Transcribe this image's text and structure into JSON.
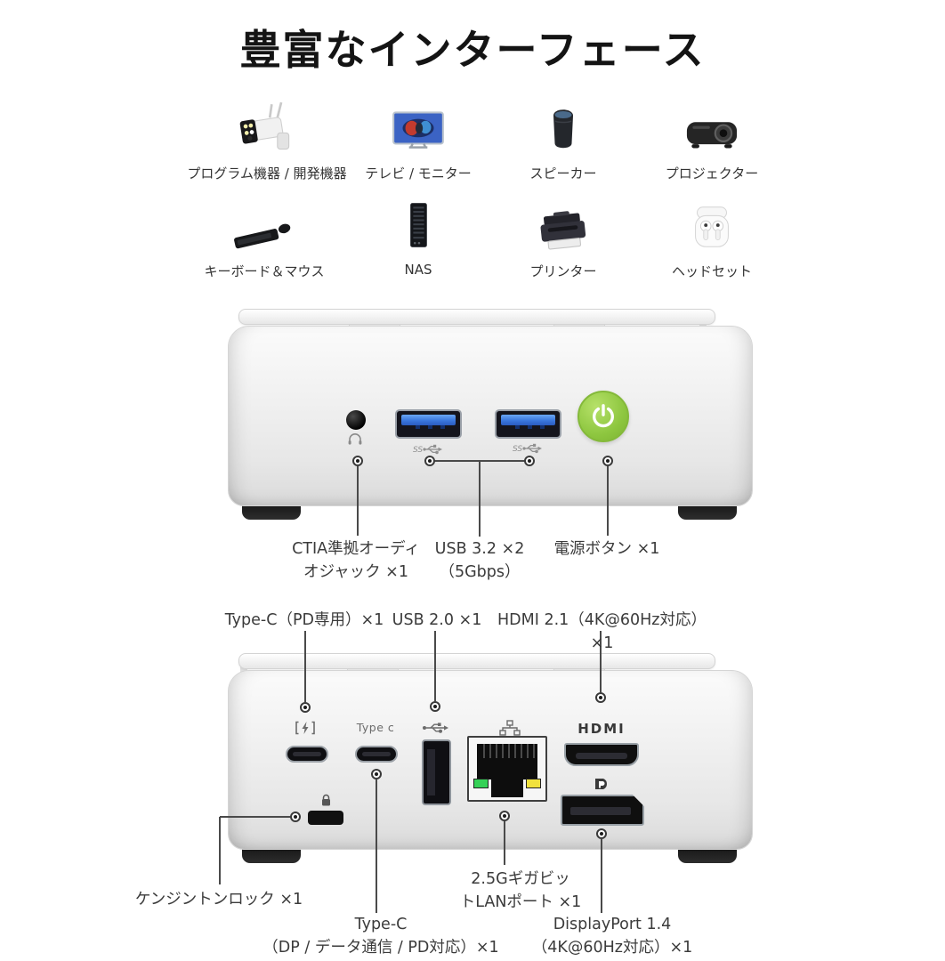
{
  "title": "豊富なインターフェース",
  "device_rows": [
    {
      "items": [
        {
          "icon": "security-camera-icon",
          "label": "プログラム機器 / 開発機器"
        },
        {
          "icon": "tv-monitor-icon",
          "label": "テレビ / モニター"
        },
        {
          "icon": "smart-speaker-icon",
          "label": "スピーカー"
        },
        {
          "icon": "projector-icon",
          "label": "プロジェクター"
        }
      ]
    },
    {
      "items": [
        {
          "icon": "keyboard-mouse-icon",
          "label": "キーボード＆マウス"
        },
        {
          "icon": "nas-server-icon",
          "label": "NAS"
        },
        {
          "icon": "printer-icon",
          "label": "プリンター"
        },
        {
          "icon": "earbuds-headset-icon",
          "label": "ヘッドセット"
        }
      ]
    }
  ],
  "front_view": {
    "ss_label": "SS",
    "callouts": [
      {
        "line1": "CTIA準拠オーディ",
        "line2": "オジャック ×1"
      },
      {
        "line1": "USB 3.2 ×2",
        "line2": "（5Gbps）"
      },
      {
        "line1": "電源ボタン ×1",
        "line2": ""
      }
    ]
  },
  "rear_view": {
    "top_callouts": [
      {
        "label": "Type-C（PD専用）×1"
      },
      {
        "label": "USB 2.0 ×1"
      },
      {
        "label": "HDMI 2.1（4K@60Hz対応）×1"
      }
    ],
    "port_markings": {
      "type_c": "Type c",
      "hdmi": "HDMI"
    },
    "bottom_callouts": [
      {
        "line1": "ケンジントンロック ×1",
        "line2": ""
      },
      {
        "line1": "Type-C",
        "line2": "（DP / データ通信 / PD対応）×1"
      },
      {
        "line1": "2.5Gギガビッ",
        "line2": "トLANポート ×1"
      },
      {
        "line1": "DisplayPort 1.4",
        "line2": "（4K@60Hz対応）×1"
      }
    ]
  },
  "colors": {
    "power_button_green": "#8dc63f",
    "usb3_blue": "#3272d9",
    "lan_led_green": "#35d157",
    "lan_led_yellow": "#f1e13c"
  }
}
